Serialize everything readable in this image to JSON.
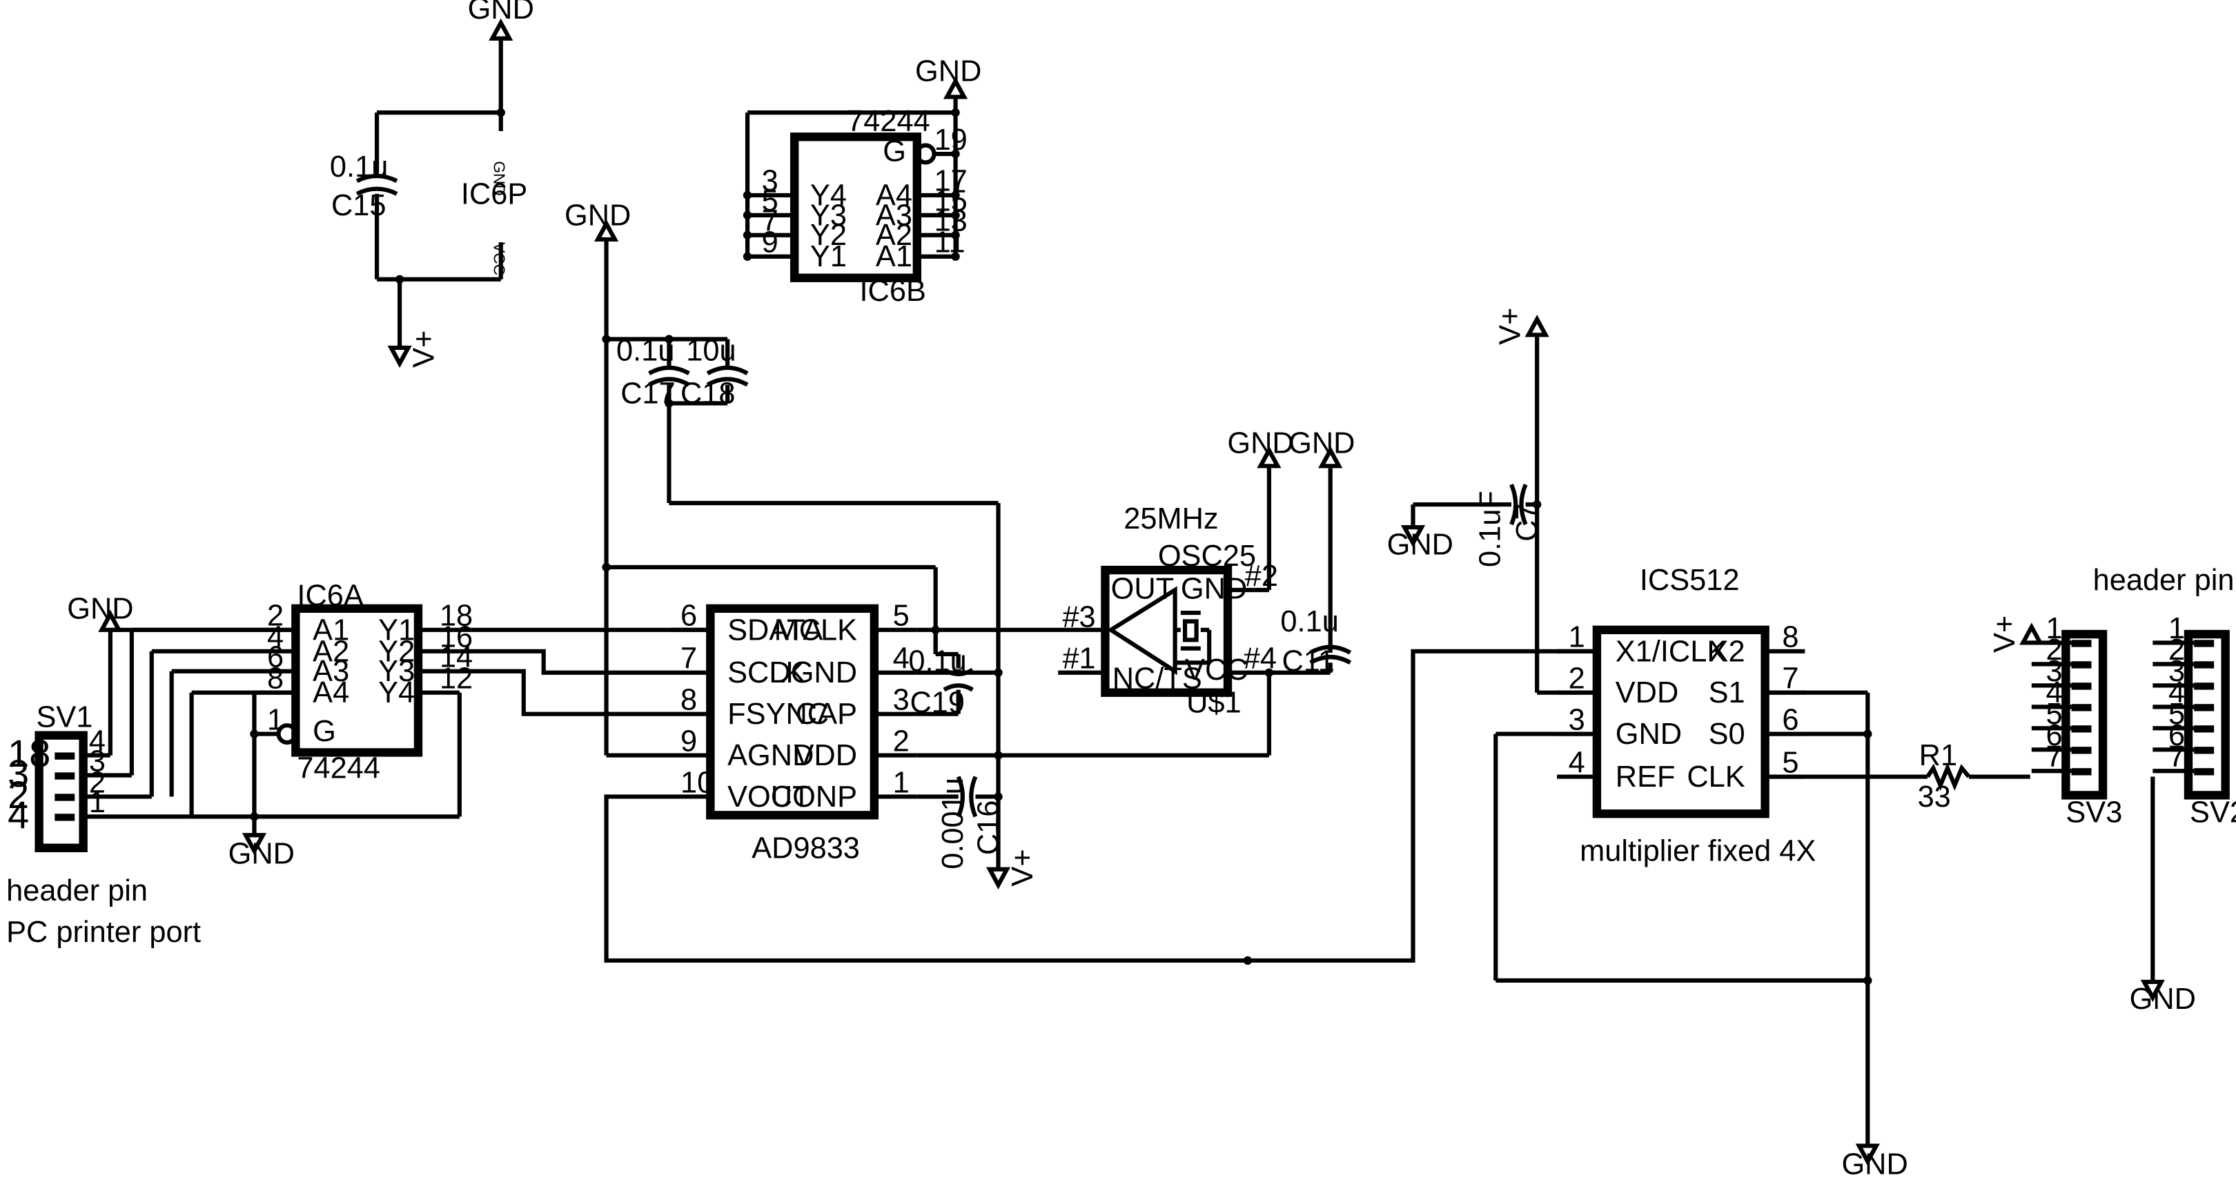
{
  "nets": {
    "gnd": "GND",
    "vplus": "V+"
  },
  "ic6p": {
    "ref": "IC6P",
    "gnd_pin": "GND",
    "vcc_pin": "VCC"
  },
  "c15": {
    "ref": "C15",
    "value": "0.1u"
  },
  "ic6b": {
    "ref": "IC6B",
    "part": "74244",
    "g_label": "G",
    "g_pin": "19",
    "left": [
      {
        "pin": "3",
        "name": "Y4"
      },
      {
        "pin": "5",
        "name": "Y3"
      },
      {
        "pin": "7",
        "name": "Y2"
      },
      {
        "pin": "9",
        "name": "Y1"
      }
    ],
    "right": [
      {
        "pin": "17",
        "name": "A4"
      },
      {
        "pin": "15",
        "name": "A3"
      },
      {
        "pin": "13",
        "name": "A2"
      },
      {
        "pin": "11",
        "name": "A1"
      }
    ]
  },
  "c17": {
    "ref": "C17",
    "value": "0.1u"
  },
  "c18": {
    "ref": "C18",
    "value": "10u"
  },
  "ic6a": {
    "ref": "IC6A",
    "part": "74244",
    "g_label": "G",
    "g_pin": "1",
    "left": [
      {
        "pin": "2",
        "name": "A1"
      },
      {
        "pin": "4",
        "name": "A2"
      },
      {
        "pin": "6",
        "name": "A3"
      },
      {
        "pin": "8",
        "name": "A4"
      }
    ],
    "right": [
      {
        "pin": "18",
        "name": "Y1"
      },
      {
        "pin": "16",
        "name": "Y2"
      },
      {
        "pin": "14",
        "name": "Y3"
      },
      {
        "pin": "12",
        "name": "Y4"
      }
    ]
  },
  "sv1": {
    "ref": "SV1",
    "note1": "header pin",
    "note2": "PC printer port",
    "pins": [
      "4",
      "3",
      "2",
      "1"
    ],
    "ext": [
      "18",
      "3",
      "2",
      "4"
    ]
  },
  "ad9833": {
    "part": "AD9833",
    "left": [
      {
        "pin": "6",
        "name": "SDATA"
      },
      {
        "pin": "7",
        "name": "SCLK"
      },
      {
        "pin": "8",
        "name": "FSYNC"
      },
      {
        "pin": "9",
        "name": "AGND"
      },
      {
        "pin": "10",
        "name": "VOUT"
      }
    ],
    "right": [
      {
        "pin": "5",
        "name": "MCLK"
      },
      {
        "pin": "4",
        "name": "DGND"
      },
      {
        "pin": "3",
        "name": "CAP"
      },
      {
        "pin": "2",
        "name": "VDD"
      },
      {
        "pin": "1",
        "name": "CONP"
      }
    ]
  },
  "c19": {
    "ref": "C19",
    "value": "0.1u"
  },
  "c16": {
    "ref": "C16",
    "value": "0.001u"
  },
  "osc": {
    "freq": "25MHz",
    "ref": "OSC25",
    "part": "U$1",
    "out": "OUT",
    "gnd": "GND",
    "nc": "NC/TS",
    "vcc": "VCC",
    "p1": "#1",
    "p2": "#2",
    "p3": "#3",
    "p4": "#4"
  },
  "c11": {
    "ref": "C11",
    "value": "0.1u"
  },
  "c7": {
    "ref": "C7",
    "value": "0.1uF"
  },
  "ics512": {
    "part": "ICS512",
    "note": "multiplier fixed 4X",
    "left": [
      {
        "pin": "1",
        "name": "X1/ICLK"
      },
      {
        "pin": "2",
        "name": "VDD"
      },
      {
        "pin": "3",
        "name": "GND"
      },
      {
        "pin": "4",
        "name": "REF"
      }
    ],
    "right": [
      {
        "pin": "8",
        "name": "X2"
      },
      {
        "pin": "7",
        "name": "S1"
      },
      {
        "pin": "6",
        "name": "S0"
      },
      {
        "pin": "5",
        "name": "CLK"
      }
    ]
  },
  "r1": {
    "ref": "R1",
    "value": "33"
  },
  "sv3": {
    "ref": "SV3",
    "pins": [
      "1",
      "2",
      "3",
      "4",
      "5",
      "6",
      "7"
    ]
  },
  "sv2": {
    "ref": "SV2",
    "note": "header pin",
    "pins": [
      "1",
      "2",
      "3",
      "4",
      "5",
      "6",
      "7"
    ]
  }
}
